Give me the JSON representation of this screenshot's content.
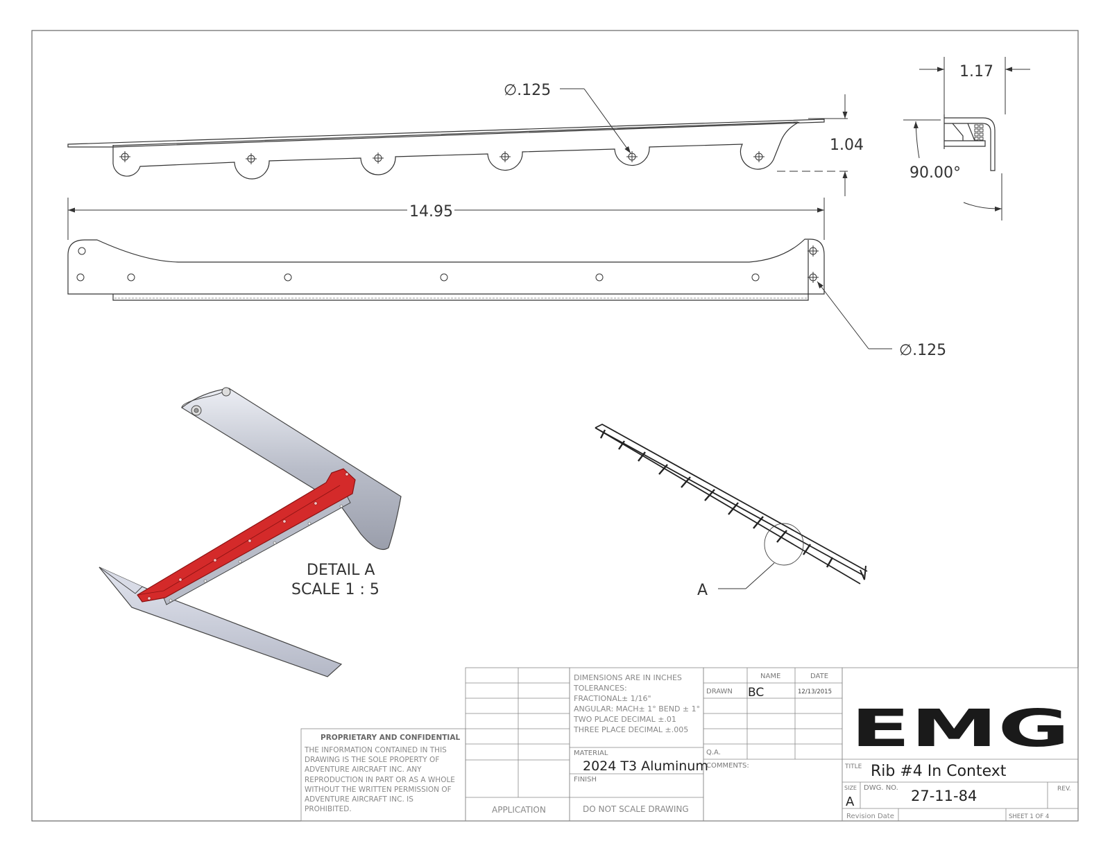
{
  "dimensions": {
    "hole_dia_top": "∅.125",
    "hole_dia_bottom": "∅.125",
    "flange_width": "1.17",
    "height": "1.04",
    "angle": "90.00°",
    "length": "14.95"
  },
  "detail": {
    "title": "DETAIL A",
    "scale": "SCALE 1 : 5",
    "callout": "A"
  },
  "title_block": {
    "dimensions_note": "DIMENSIONS ARE IN INCHES",
    "tolerances_label": "TOLERANCES:",
    "fractional": "FRACTIONAL± 1/16\"",
    "angular": "ANGULAR: MACH± 1° BEND ± 1°",
    "two_place": "TWO PLACE DECIMAL    ±.01",
    "three_place": "THREE PLACE DECIMAL   ±.005",
    "material_label": "MATERIAL",
    "material": "2024 T3 Aluminum",
    "finish_label": "FINISH",
    "do_not_scale": "DO NOT SCALE DRAWING",
    "application": "APPLICATION",
    "name_header": "NAME",
    "date_header": "DATE",
    "drawn_label": "DRAWN",
    "drawn_by": "BC",
    "drawn_date": "12/13/2015",
    "qa_label": "Q.A.",
    "comments_label": "COMMENTS:",
    "logo": "EMG",
    "title_label": "TITLE",
    "title": "Rib #4 In Context",
    "size_label": "SIZE",
    "size": "A",
    "dwg_label": "DWG.  NO.",
    "dwg_no": "27-11-84",
    "rev_label": "REV.",
    "revision_date_label": "Revision Date",
    "sheet": "SHEET 1 OF 4"
  },
  "proprietary": {
    "heading": "PROPRIETARY AND CONFIDENTIAL",
    "lines": [
      "THE INFORMATION CONTAINED IN THIS",
      "DRAWING IS THE SOLE PROPERTY OF",
      "ADVENTURE AIRCRAFT INC.  ANY",
      "REPRODUCTION IN PART OR AS A WHOLE",
      "WITHOUT THE WRITTEN PERMISSION OF",
      "ADVENTURE AIRCRAFT INC. IS",
      "PROHIBITED."
    ]
  },
  "colors": {
    "line": "#333333",
    "highlight": "#d42a2a",
    "skin": "#c8ccd8"
  }
}
